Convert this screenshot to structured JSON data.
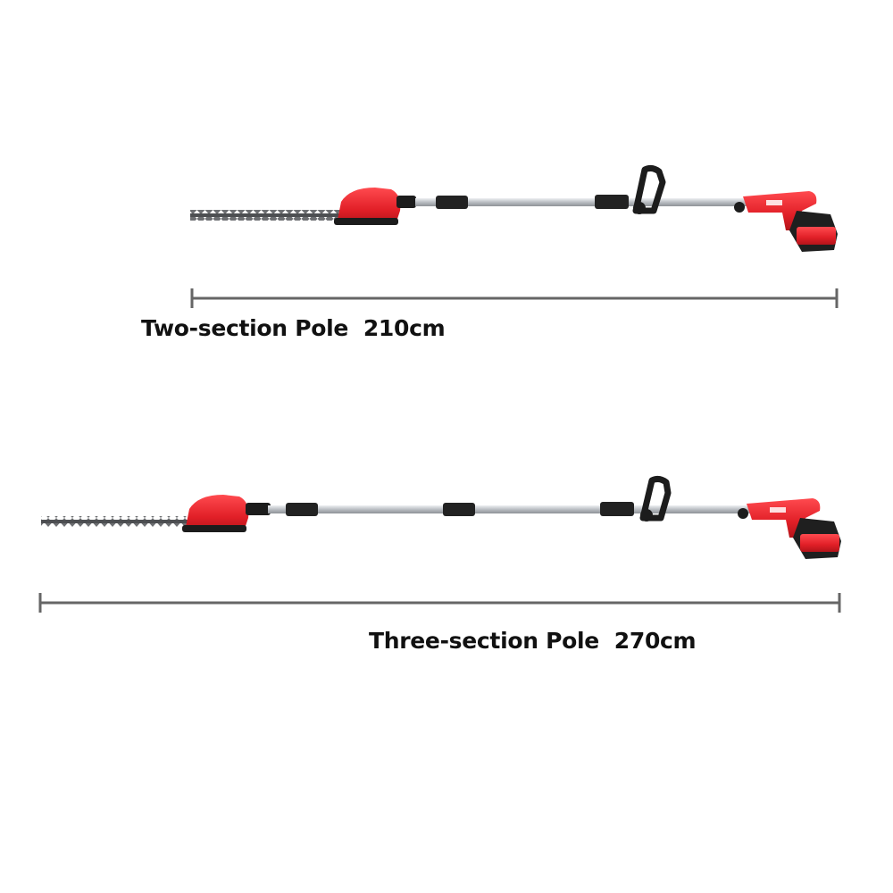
{
  "captions": {
    "two_section": "Two-section Pole  210cm",
    "three_section": "Three-section Pole  270cm"
  },
  "colors": {
    "tool_red": "#e8232a",
    "tool_dark": "#1c1c1c",
    "pole_silver": "#c9ccd0",
    "dimension_line": "#666666"
  },
  "icons": {
    "tool_1": "pole-hedge-trimmer-short",
    "tool_2": "pole-hedge-trimmer-long"
  }
}
